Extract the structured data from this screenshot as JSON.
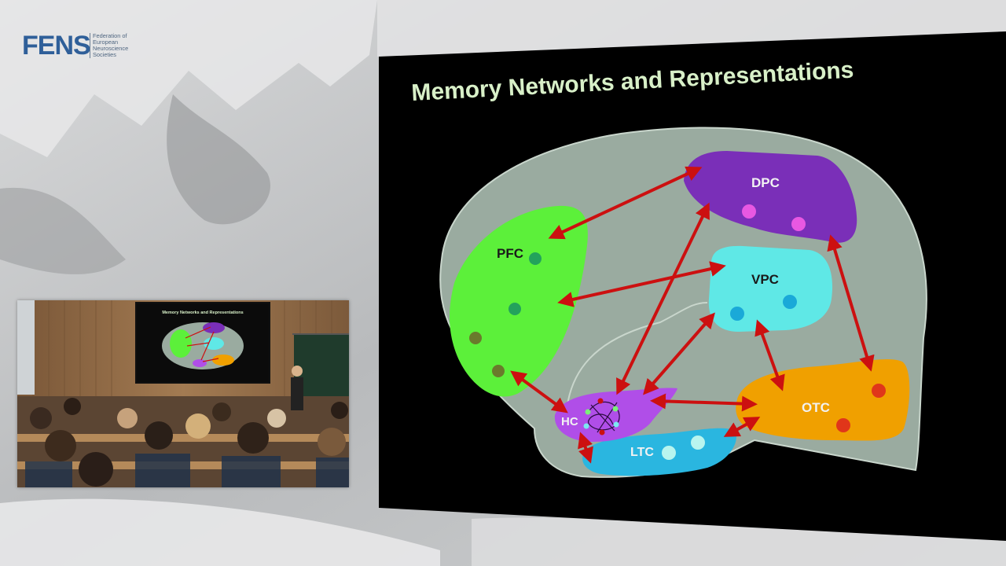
{
  "logo": {
    "mark": "FENS",
    "lines": [
      "Federation of",
      "European",
      "Neuroscience",
      "Societies"
    ]
  },
  "slide": {
    "title": "Memory Networks and Representations",
    "regions": {
      "pfc": "PFC",
      "dpc": "DPC",
      "vpc": "VPC",
      "hc": "HC",
      "ltc": "LTC",
      "otc": "OTC"
    }
  },
  "inset": {
    "projected_title": "Memory Networks and Representations"
  },
  "colors": {
    "slide_bg": "#000000",
    "title": "#d8f0c8",
    "brain": "#9aaba0",
    "pfc": "#5cf03a",
    "dpc": "#7a2fb8",
    "vpc": "#5fe8e6",
    "hc": "#b04ee8",
    "ltc": "#2ab6e0",
    "otc": "#f0a000",
    "arrow": "#cc1010",
    "logo": "#2f5f99"
  }
}
